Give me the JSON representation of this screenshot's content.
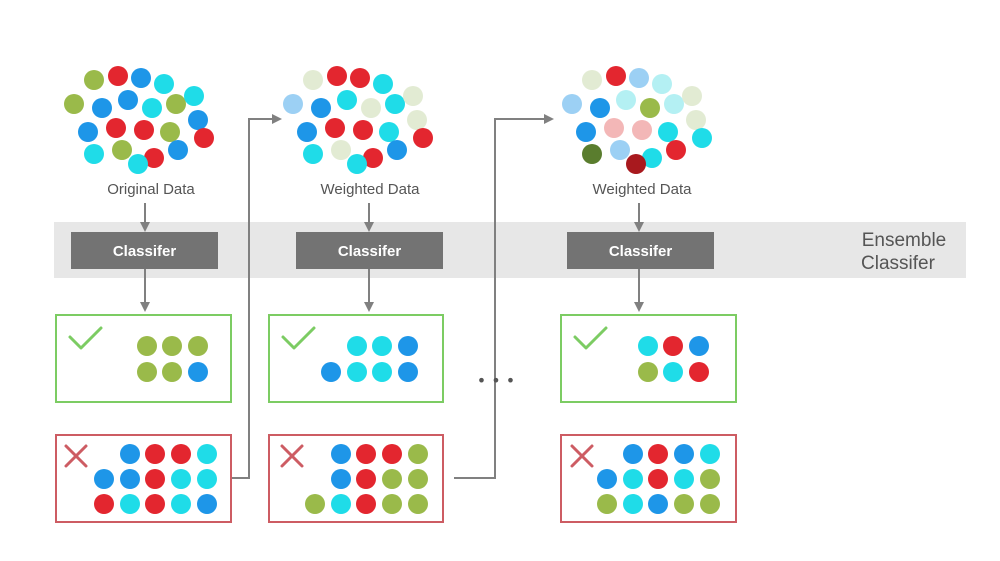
{
  "palette": {
    "green": "#9aba4a",
    "red": "#e3262f",
    "blue": "#1e96e8",
    "cyan": "#1fdce8",
    "pale_green": "#e2ebd3",
    "pale_blue": "#9cd0f4",
    "pale_cyan": "#b4f0f3",
    "pale_red": "#f3b7b7",
    "dark_green": "#5a7d2e",
    "dark_red": "#a8191e",
    "band": "#e7e7e7",
    "classifier": "#737373",
    "arrow": "#808080",
    "correct_border": "#7ccc63",
    "wrong_border": "#cd5c63"
  },
  "stages": [
    {
      "label": "Original Data",
      "classifier": "Classifer",
      "cloud": [
        "green",
        "red",
        "blue",
        "cyan",
        "green",
        "blue",
        "blue",
        "cyan",
        "green",
        "cyan",
        "blue",
        "red",
        "red",
        "green",
        "blue",
        "cyan",
        "green",
        "red",
        "blue",
        "red",
        "cyan"
      ],
      "correct": [
        "green",
        "green",
        "green",
        "green",
        "green",
        "blue"
      ],
      "wrong": [
        "blue",
        "red",
        "red",
        "cyan",
        "blue",
        "blue",
        "red",
        "cyan",
        "cyan",
        "red",
        "cyan",
        "red",
        "cyan",
        "blue"
      ]
    },
    {
      "label": "Weighted Data",
      "classifier": "Classifer",
      "cloud": [
        "pale_green",
        "red",
        "red",
        "cyan",
        "pale_blue",
        "blue",
        "cyan",
        "pale_green",
        "cyan",
        "pale_green",
        "blue",
        "red",
        "red",
        "cyan",
        "pale_green",
        "cyan",
        "pale_green",
        "red",
        "blue",
        "red",
        "cyan"
      ],
      "correct": [
        "cyan",
        "cyan",
        "blue",
        "blue",
        "cyan",
        "cyan",
        "blue"
      ],
      "wrong": [
        "blue",
        "red",
        "red",
        "green",
        "blue",
        "red",
        "green",
        "green",
        "green",
        "cyan",
        "red",
        "green",
        "green"
      ]
    },
    {
      "label": "Weighted Data",
      "classifier": "Classifer",
      "cloud": [
        "pale_green",
        "red",
        "pale_blue",
        "pale_cyan",
        "pale_blue",
        "blue",
        "pale_cyan",
        "green",
        "pale_cyan",
        "pale_green",
        "blue",
        "pale_red",
        "pale_red",
        "cyan",
        "pale_green",
        "dark_green",
        "pale_blue",
        "cyan",
        "red",
        "cyan",
        "dark_red"
      ],
      "correct": [
        "cyan",
        "red",
        "blue",
        "green",
        "cyan",
        "red"
      ],
      "wrong": [
        "blue",
        "red",
        "blue",
        "cyan",
        "blue",
        "cyan",
        "red",
        "cyan",
        "green",
        "green",
        "cyan",
        "blue",
        "green",
        "green"
      ]
    }
  ],
  "ellipsis": "• • •",
  "ensemble": {
    "line1": "Ensemble",
    "line2": "Classifer"
  },
  "icons": {
    "correct": "check-icon",
    "wrong": "cross-icon"
  }
}
